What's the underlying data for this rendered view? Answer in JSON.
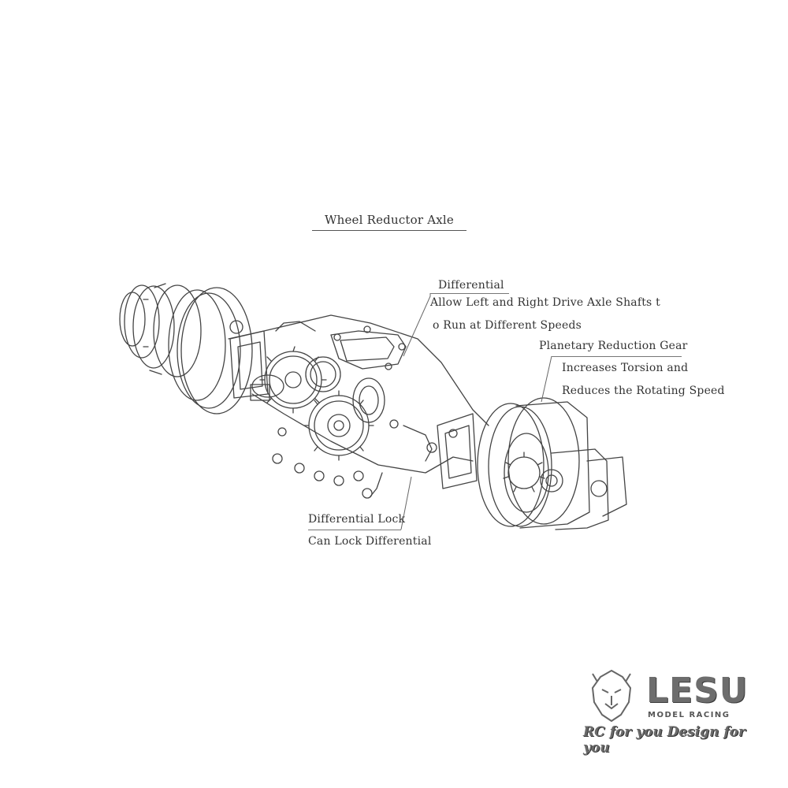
{
  "title": "Wheel Reductor Axle",
  "callouts": {
    "differential": {
      "title": "Differential",
      "line1": "Allow Left and Right Drive Axle Shafts t",
      "line2": "o Run at Different Speeds"
    },
    "planetary": {
      "title": "Planetary Reduction Gear",
      "line1": "Increases Torsion and",
      "line2": "Reduces the Rotating Speed"
    },
    "lock": {
      "title": "Differential Lock",
      "line1": "Can Lock Differential"
    }
  },
  "logo": {
    "word": "LESU",
    "sub": "MODEL RACING",
    "tagline": "RC for you Design for you"
  },
  "colors": {
    "ink": "#333333",
    "line": "#555555",
    "logo": "#6d6d6d"
  },
  "icons": [
    "lion-head-logo-icon"
  ]
}
